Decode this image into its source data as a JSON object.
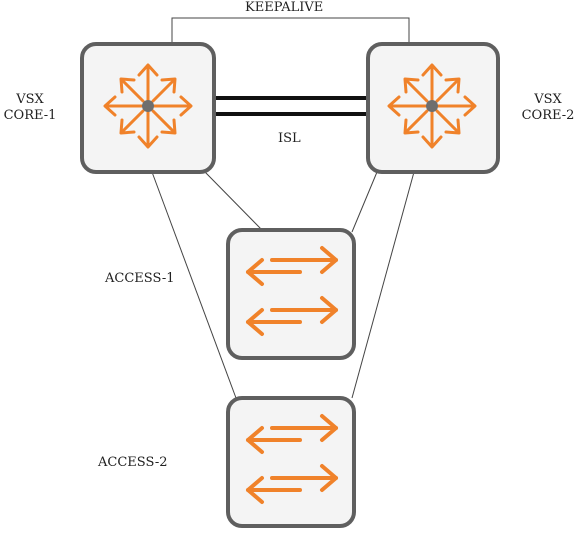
{
  "labels": {
    "keepalive": "KEEPALIVE",
    "isl": "ISL",
    "core1_line1": "VSX",
    "core1_line2": "CORE-1",
    "core2_line1": "VSX",
    "core2_line2": "CORE-2",
    "access1": "ACCESS-1",
    "access2": "ACCESS-2"
  },
  "colors": {
    "box_border": "#5f5f5f",
    "box_fill": "#f4f4f4",
    "icon_orange": "#f0822a",
    "center_dot": "#6e6e6e",
    "link_line": "#444444",
    "isl_line": "#111111"
  },
  "icons": {
    "core": "core-switch-icon",
    "access": "access-switch-icon"
  }
}
